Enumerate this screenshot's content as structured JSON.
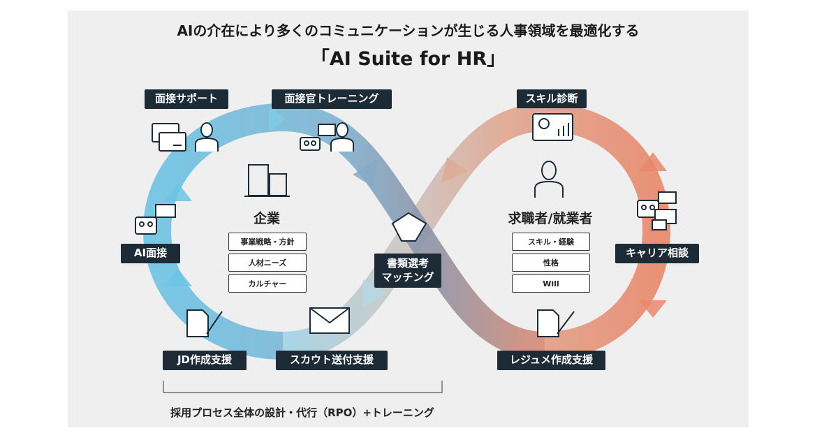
{
  "title": {
    "line1": "AIの介在により多くのコミュニケーションが生じる人事領域を最適化する",
    "line2": "「AI Suite for HR」"
  },
  "labels": {
    "interview_support": "面接サポート",
    "interviewer_training": "面接官トレーニング",
    "skill_diagnosis": "スキル診断",
    "ai_interview": "AI面接",
    "career_consult": "キャリア相談",
    "matching_line1": "書類選考",
    "matching_line2": "マッチング",
    "jd_support": "JD作成支援",
    "scout_support": "スカウト送付支援",
    "resume_support": "レジュメ作成支援"
  },
  "company": {
    "title": "企業",
    "items": [
      "事業戦略・方針",
      "人材ニーズ",
      "カルチャー"
    ]
  },
  "candidate": {
    "title": "求職者/就業者",
    "items": [
      "スキル・経験",
      "性格",
      "Will"
    ]
  },
  "caption": "採用プロセス全体の設計・代行（RPO）+トレーニング",
  "colors": {
    "blue": "#6cc3e4",
    "orange": "#e8876a",
    "label_bg": "#1c2b36"
  }
}
